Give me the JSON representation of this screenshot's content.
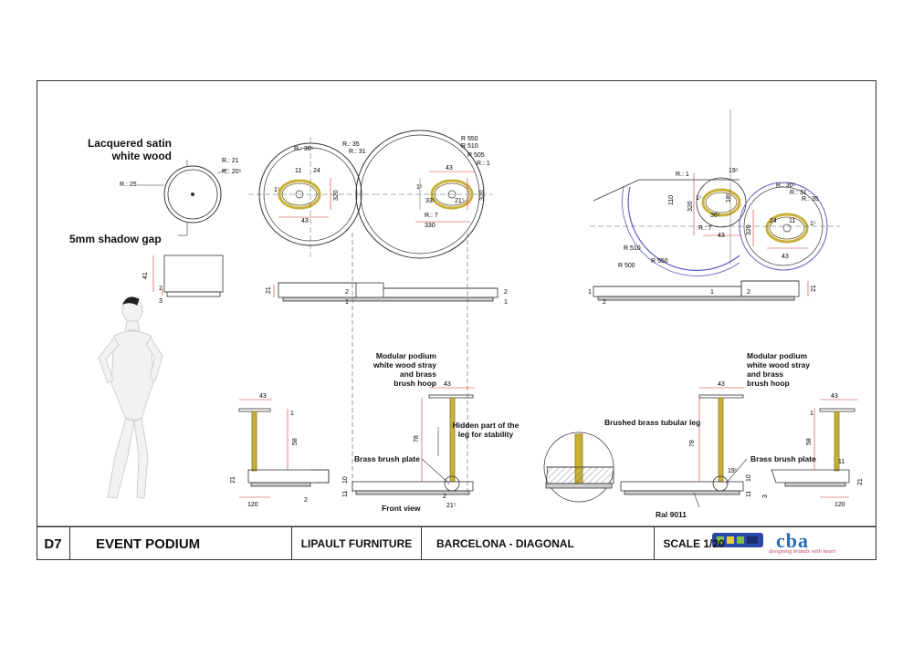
{
  "callouts": {
    "lacquered": "Lacquered satin\nwhite wood",
    "shadow_gap": "5mm shadow gap",
    "modular_left": "Modular podium\nwhite wood stray\nand brass\nbrush hoop",
    "modular_right": "Modular podium\nwhite wood stray\nand brass\nbrush hoop",
    "hidden_part": "Hidden part of the\nleg for stability",
    "brass_plate_left": "Brass brush plate",
    "brass_plate_right": "Brass brush plate",
    "brushed_leg": "Brushed brass tubular leg",
    "front_view": "Front view",
    "ral": "Ral 9011"
  },
  "dims": {
    "r25": "R.: 25",
    "r21": "R.: 21",
    "r20": "R.: 20⁵",
    "r35a": "R.: 35",
    "r31a": "R.: 31",
    "r30a": "R.: 30⁵",
    "r550a": "R 550",
    "r510a": "R 510",
    "r505": "R 505",
    "r1a": "R.: 1",
    "d24a": "24",
    "d11a": "11",
    "d320a": "320",
    "d320b": "320",
    "d43a": "43",
    "d43b": "43",
    "d15a": "1⁵",
    "d15b": "1⁵",
    "d335": "33⁵",
    "d215a": "21⁵",
    "r7a": "R.: 7",
    "d330": "330",
    "r1b": "R.: 1",
    "d195a": "19⁵",
    "d110": "110",
    "d15c": "1⁵",
    "d18": "18⁵",
    "d320c": "320",
    "d365": "36⁵",
    "r7b": "R.: 7",
    "d43c": "43",
    "d320d": "320",
    "r305b": "R.: 30⁵",
    "r31b": "R.: 31",
    "r35b": "R.: 35",
    "d24b": "24",
    "d11b": "11",
    "d15d": "1⁵",
    "r510b": "R 510",
    "r500": "R 500",
    "r550b": "R 550",
    "d43d": "43",
    "d41": "41",
    "d2a": "2",
    "d3a": "3",
    "d21a": "21",
    "d2b": "2",
    "d1a": "1",
    "d2c": "2",
    "d1b": "1",
    "d1c": "1",
    "d2d": "2",
    "d1d": "1",
    "d2e": "2",
    "d21b": "21",
    "d43e": "43",
    "d1e": "1",
    "d58a": "58",
    "d21c": "21",
    "d120a": "120",
    "d2f": "2",
    "d43f": "43",
    "d78a": "78",
    "d11c": "11",
    "d10a": "10",
    "d2g": "2",
    "d215b": "21⁵",
    "d43g": "43",
    "d78b": "78",
    "d195b": "19⁵",
    "d10b": "10",
    "d11d": "11",
    "d43h": "43",
    "d1f": "1",
    "d58b": "58",
    "d11e": "11",
    "d21d": "21",
    "d3b": "3",
    "d120b": "120"
  },
  "title_block": {
    "code": "D7",
    "title": "EVENT PODIUM",
    "client": "LIPAULT FURNITURE",
    "location": "BARCELONA - DIAGONAL",
    "scale": "SCALE 1/20"
  },
  "logo": {
    "name": "cba",
    "tagline": "designing brands with heart"
  },
  "colors": {
    "brass": "#c8b038",
    "blue_outline": "#5e5ec2",
    "dim_red": "#d23030",
    "logo_blue": "#2a6bb5",
    "logo_pink": "#c23a5a",
    "logo_green": "#7fc241"
  }
}
